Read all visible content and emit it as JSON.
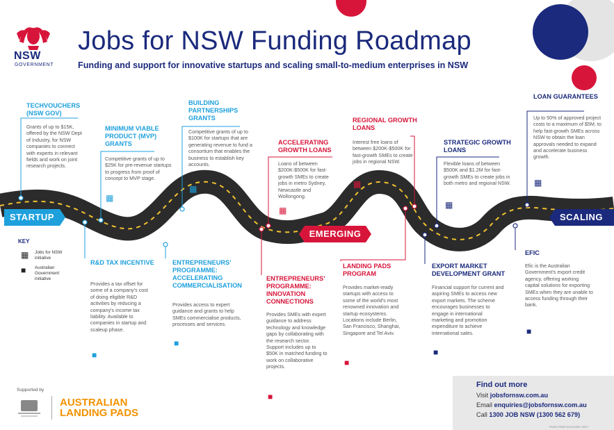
{
  "header": {
    "title": "Jobs for NSW Funding Roadmap",
    "subtitle": "Funding and support for innovative startups and scaling small-to-medium enterprises in NSW",
    "logo_text": "NSW",
    "logo_sub": "GOVERNMENT"
  },
  "stages": {
    "startup": "STARTUP",
    "emerging": "EMERGING",
    "scaling": "SCALING"
  },
  "programs": {
    "techvouchers": {
      "title": "TECHVOUCHERS (NSW GOV)",
      "desc": "Grants of up to $15K, offered by the NSW Dept of Industry, for NSW companies to connect with experts in relevant fields and work on joint research projects."
    },
    "mvp": {
      "title": "MINIMUM VIABLE PRODUCT (MVP) GRANTS",
      "desc": "Competitive grants of up to $25K for pre-revenue startups to progress from proof of concept to MVP stage."
    },
    "building": {
      "title": "BUILDING PARTNERSHIPS GRANTS",
      "desc": "Competitive grants of up to $100K for startups that are generating revenue to fund a consortium that enables the business to establish key accounts."
    },
    "accelerating": {
      "title": "ACCELERATING GROWTH LOANS",
      "desc": "Loans of between $200K-$500K for fast-growth SMEs to create jobs in metro Sydney, Newcastle and Wollongong."
    },
    "regional": {
      "title": "REGIONAL GROWTH LOANS",
      "desc": "Interest free loans of between $200K-$500K for fast-growth SMEs to create jobs in regional NSW."
    },
    "strategic": {
      "title": "STRATEGIC GROWTH LOANS",
      "desc": "Flexible loans of between $500K and $1.2M for fast-growth SMEs to create jobs in both metro and regional NSW."
    },
    "loan_guarantees": {
      "title": "LOAN GUARANTEES",
      "desc": "Up to 50% of approved project costs to a maximum of $5M, to help fast-growth SMEs across NSW to obtain the loan approvals needed to expand and accelerate business growth."
    },
    "rnd": {
      "title": "R&D TAX INCENTIVE",
      "desc": "Provides a tax offset for some of a company's cost of doing eligible R&D activities by reducing a company's income tax liability. Available to companies in startup and scaleup phase."
    },
    "ep_accel": {
      "title": "ENTREPRENEURS' PROGRAMME: ACCELERATING COMMERCIALISATION",
      "desc": "Provides access to expert guidance and grants to help SMEs commercialise products, processes and services."
    },
    "ep_innov": {
      "title": "ENTREPRENEURS' PROGRAMME: INNOVATION CONNECTIONS",
      "desc": "Provides SMEs with expert guidance to address technology and knowledge gaps by collaborating with the research sector. Support includes up to $50K in matched funding to work on collaborative projects."
    },
    "landing": {
      "title": "LANDING PADS PROGRAM",
      "desc": "Provides market-ready startups with access to some of the world's most renowned innovation and startup ecosystems. Locations include Berlin, San Francisco, Shanghai, Singapore and Tel Aviv."
    },
    "export": {
      "title": "EXPORT MARKET DEVELOPMENT GRANT",
      "desc": "Financial support for current and aspiring SMEs to access new export markets. The scheme encourages businesses to engage in international marketing and promotion expenditure to achieve international sales."
    },
    "efic": {
      "title": "EFIC",
      "desc": "Efic is the Australian Government's export credit agency, offering working capital solutions for exporting SMEs when they are unable to access funding through their bank."
    }
  },
  "key": {
    "title": "KEY",
    "nsw": "Jobs for NSW initiative",
    "aus": "Australian Government initiative"
  },
  "footer": {
    "supported_by": "Supported by",
    "alp_line1": "AUSTRALIAN",
    "alp_line2": "LANDING PADS",
    "find_title": "Find out more",
    "visit_label": "Visit",
    "visit_value": "jobsfornsw.com.au",
    "email_label": "Email",
    "email_value": "enquiries@jobsfornsw.com.au",
    "call_label": "Call",
    "call_value": "1300 JOB NSW (1300 562 679)",
    "docref": "PUB17/945   November 2017"
  },
  "colors": {
    "navy": "#1b2a7c",
    "red": "#d7153a",
    "blue": "#1ea0dd",
    "road": "#2b2b2b",
    "grey_circle": "#d9d9d9"
  }
}
